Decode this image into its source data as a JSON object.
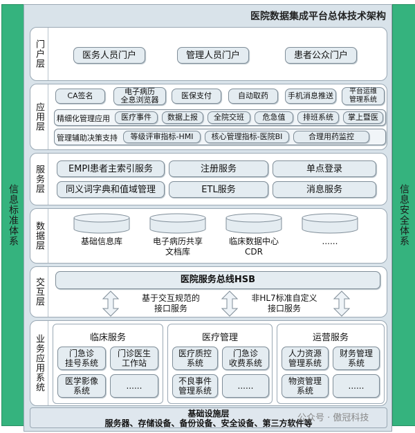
{
  "side_left": "信息标准体系",
  "side_right": "信息安全体系",
  "title": "医院数据集成平台总体技术架构",
  "layers": {
    "portal": {
      "label": "门户层",
      "items": [
        "医务人员门户",
        "管理人员门户",
        "患者公众门户"
      ]
    },
    "application": {
      "label": "应用层",
      "row1": [
        "CA签名",
        "电子病历\n全息浏览器",
        "医保支付",
        "自动取药",
        "手机消息推送",
        "平台运维\n管理系统"
      ],
      "row2_label": "精细化管理应用",
      "row2": [
        "医疗事件",
        "数据上报",
        "全院交班",
        "危急值",
        "排班系统",
        "掌上暨医"
      ],
      "row3_label": "管理辅助决策支持",
      "row3": [
        "等级评审指标-HMI",
        "核心管理指标-医院BI",
        "合理用药监控"
      ]
    },
    "service": {
      "label": "服务层",
      "items": [
        "EMPI患者主索引服务",
        "注册服务",
        "单点登录",
        "同义词字典和值域管理",
        "ETL服务",
        "消息服务"
      ]
    },
    "data": {
      "label": "数据层",
      "items": [
        "基础信息库",
        "电子病历共享\n文档库",
        "临床数据中心\nCDR",
        "......"
      ]
    },
    "exchange": {
      "label": "交互层",
      "bus": "医院服务总线HSB",
      "left_text": "基于交互规范的\n接口服务",
      "right_text": "非HL7标准自定义\n接口服务"
    },
    "business": {
      "label": "业务应用系统",
      "groups": [
        {
          "title": "临床服务",
          "items": [
            "门急诊\n挂号系统",
            "门诊医生\n工作站",
            "医学影像\n系统",
            "......"
          ]
        },
        {
          "title": "医疗管理",
          "items": [
            "医疗质控\n系统",
            "门急诊\n收费系统",
            "不良事件\n管理系统",
            "......"
          ]
        },
        {
          "title": "运营服务",
          "items": [
            "人力资源\n管理系统",
            "财务管理\n系统",
            "物资管理\n系统",
            "......"
          ]
        }
      ]
    }
  },
  "infra": {
    "title": "基础设施层",
    "subtitle": "服务器、存储设备、备份设备、安全设备、第三方软件等"
  },
  "watermark": "公众号 · 傲冠科技"
}
